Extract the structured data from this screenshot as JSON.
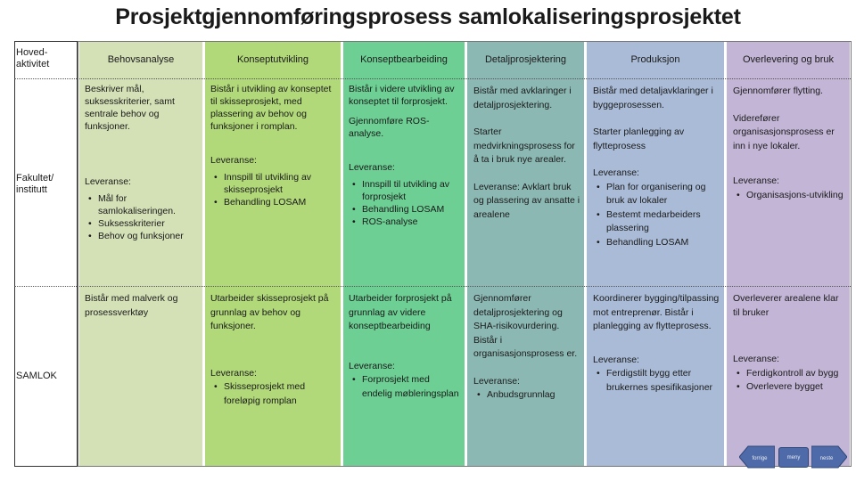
{
  "title": "Prosjektgjennomføringsprosess samlokaliseringsprosjektet",
  "row_header": "Hoved-aktivitet",
  "rows": [
    "Fakultet/ institutt",
    "SAMLOK"
  ],
  "colors": {
    "behovsanalyse": "#d4e0b6",
    "konseptutvikling": "#b1d97a",
    "konseptbearbeiding": "#6dcf93",
    "detaljprosjektering": "#8cb8b4",
    "produksjon": "#a9bbd6",
    "overlevering": "#c3b5d6",
    "nav_button": "#4e6aa8"
  },
  "columns": [
    {
      "header": "Behovsanalyse",
      "top": [
        "Beskriver mål, suksesskriterier, samt sentrale behov og funksjoner.",
        "Leveranse:"
      ],
      "top_list": [
        "Mål for samlokaliseringen.",
        "Suksesskriterier",
        "Behov og funksjoner"
      ],
      "bottom": [
        "Bistår med malverk og prosessverktøy"
      ],
      "bottom_list": []
    },
    {
      "header": "Konseptutvikling",
      "top": [
        "Bistår i utvikling av konseptet til skisseprosjekt, med plassering av behov og funksjoner i romplan.",
        "Leveranse:"
      ],
      "top_list": [
        "Innspill til utvikling av skisseprosjekt",
        "Behandling LOSAM"
      ],
      "bottom": [
        "Utarbeider skisseprosjekt på grunnlag av behov og funksjoner.",
        "Leveranse:"
      ],
      "bottom_list": [
        "Skisseprosjekt med foreløpig romplan"
      ]
    },
    {
      "header": "Konseptbearbeiding",
      "top": [
        "Bistår i videre utvikling av konseptet til forprosjekt.",
        "Gjennomføre ROS-analyse.",
        "Leveranse:"
      ],
      "top_list": [
        "Innspill til utvikling av forprosjekt",
        "Behandling LOSAM",
        "ROS-analyse"
      ],
      "bottom": [
        "Utarbeider forprosjekt på grunnlag av videre konseptbearbeiding",
        "Leveranse:"
      ],
      "bottom_list": [
        "Forprosjekt med endelig møbleringsplan"
      ]
    },
    {
      "header": "Detaljprosjektering",
      "top": [
        "Bistår med avklaringer i detaljprosjektering.",
        "Starter medvirkningsprosess for å ta i bruk nye arealer.",
        "Leveranse: Avklart bruk og plassering av ansatte i arealene"
      ],
      "top_list": [],
      "bottom": [
        "Gjennomfører detaljprosjektering og SHA-risikovurdering. Bistår i organisasjonsprosess er.",
        "Leveranse:"
      ],
      "bottom_list": [
        "Anbudsgrunnlag"
      ]
    },
    {
      "header": "Produksjon",
      "top": [
        "Bistår med detaljavklaringer i byggeprosessen.",
        "Starter planlegging av flytteprosess",
        "Leveranse:"
      ],
      "top_list": [
        "Plan for organisering og bruk av lokaler",
        "Bestemt medarbeiders plassering",
        "Behandling LOSAM"
      ],
      "bottom": [
        "Koordinerer bygging/tilpassing mot entreprenør. Bistår i planlegging av flytteprosess.",
        "Leveranse:"
      ],
      "bottom_list": [
        "Ferdigstilt bygg etter brukernes spesifikasjoner"
      ]
    },
    {
      "header": "Overlevering og bruk",
      "top": [
        "Gjennomfører flytting.",
        "Viderefører organisasjonsprosess er inn i nye lokaler.",
        "Leveranse:"
      ],
      "top_list": [
        "Organisasjons-utvikling"
      ],
      "bottom": [
        "Overleverer arealene klar til bruker",
        "Leveranse:"
      ],
      "bottom_list": [
        "Ferdigkontroll av bygg",
        "Overlevere bygget"
      ]
    }
  ],
  "nav": [
    "forrige",
    "meny",
    "neste"
  ]
}
